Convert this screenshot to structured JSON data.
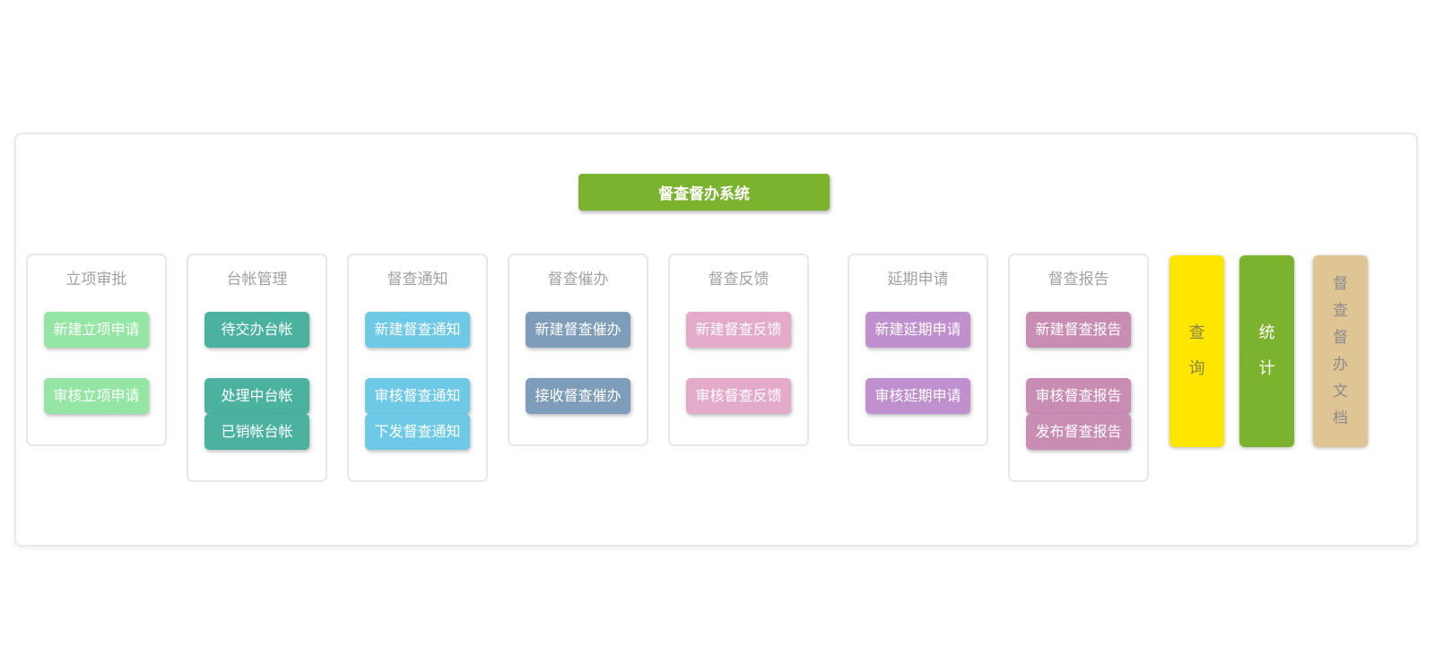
{
  "header": {
    "title": "督查督办系统",
    "color": "#7bb32e"
  },
  "columns": [
    {
      "title": "立项审批",
      "color": "#95e5a4",
      "buttons": [
        "新建立项申请",
        "审核立项申请"
      ]
    },
    {
      "title": "台帐管理",
      "color": "#4bb2a0",
      "buttons": [
        "待交办台帐",
        "处理中台帐",
        "已销帐台帐"
      ]
    },
    {
      "title": "督查通知",
      "color": "#6ec9e6",
      "buttons": [
        "新建督查通知",
        "审核督查通知",
        "下发督查通知"
      ]
    },
    {
      "title": "督查催办",
      "color": "#7e9dba",
      "buttons": [
        "新建督查催办",
        "接收督查催办"
      ]
    },
    {
      "title": "督查反馈",
      "color": "#e4aac9",
      "buttons": [
        "新建督查反馈",
        "审核督查反馈"
      ]
    },
    {
      "title": "延期申请",
      "color": "#bf8fce",
      "buttons": [
        "新建延期申请",
        "审核延期申请"
      ]
    },
    {
      "title": "督查报告",
      "color": "#c98db4",
      "buttons": [
        "新建督查报告",
        "审核督查报告",
        "发布督查报告"
      ]
    }
  ],
  "side_buttons": [
    {
      "label": "查询",
      "color": "#ffe600",
      "text_color": "#85854f"
    },
    {
      "label": "统计",
      "color": "#7bb32e",
      "text_color": "#ffffff"
    },
    {
      "label": "督查督办文档",
      "color": "#dfc494",
      "text_color": "#8c8c8c"
    }
  ]
}
